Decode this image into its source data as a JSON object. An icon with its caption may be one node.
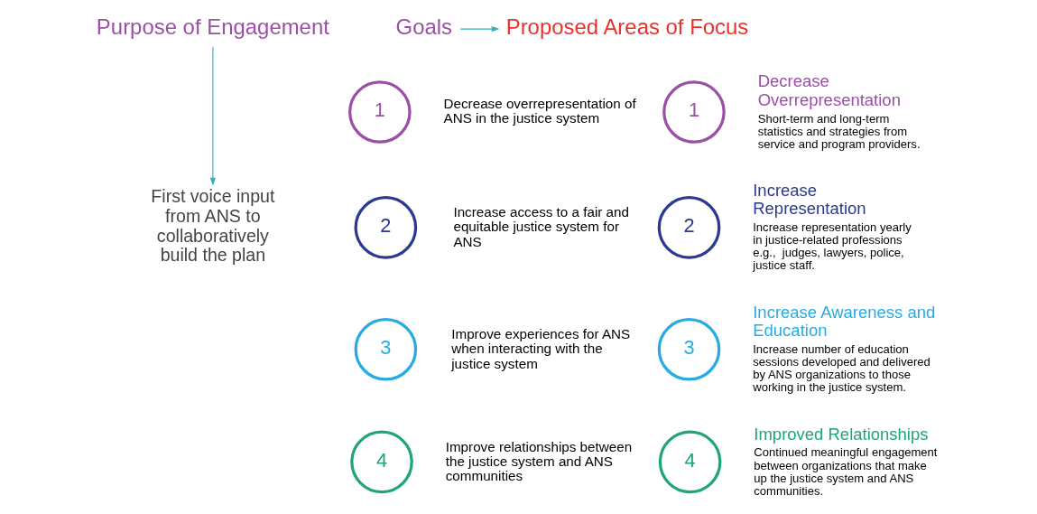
{
  "diagram": {
    "nodes": [
      {
        "text": [
          "Purpose of Engagement"
        ]
      },
      {
        "text": [
          "First voice input from ANS to collaboratively build the plan"
        ]
      },
      {
        "text": [
          "Goals"
        ]
      },
      {
        "text": [
          "Proposed Areas of Focus"
        ]
      },
      {
        "text": [
          "1"
        ],
        "beside": [
          "Decrease overrepresentation of ANS in the justice system"
        ]
      },
      {
        "text": [
          "2"
        ],
        "beside": [
          "Increase access to a fair and equitable justice system for ANS"
        ]
      },
      {
        "text": [
          "3"
        ],
        "beside": [
          "Improve experiences for ANS when interacting with the justice system"
        ]
      },
      {
        "text": [
          "4"
        ],
        "beside": [
          "Improve relationships between the justice system and ANS communities"
        ]
      },
      {
        "text": [
          "1"
        ],
        "beside": [
          "Decrease Overrepresentation",
          "Short-term and long-term statistics and strategies from service and program providers."
        ]
      },
      {
        "text": [
          "2"
        ],
        "beside": [
          "Increase Representation",
          "Increase representation yearly in justice-related professions e.g.,  judges, lawyers, police, justice staff."
        ]
      },
      {
        "text": [
          "3"
        ],
        "beside": [
          "Increase Awareness and Education",
          "Increase number of education sessions developed and delivered by ANS organizations to those working in the justice system."
        ]
      },
      {
        "text": [
          "4"
        ],
        "beside": [
          "Improved Relationships",
          "Continued meaningful engagement between organizations that make up the justice system and ANS communities."
        ]
      }
    ],
    "edges": [
      {
        "from": 0,
        "to": 1,
        "arrow": "to"
      },
      {
        "from": 2,
        "to": 3,
        "arrow": "to"
      }
    ]
  }
}
